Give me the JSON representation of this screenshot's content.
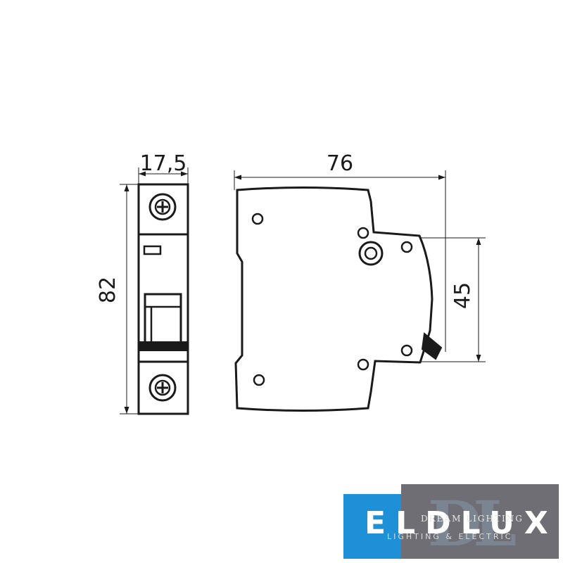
{
  "dimensions": {
    "front_width": "17,5",
    "height": "82",
    "depth": "76",
    "front_height": "45"
  },
  "logo": {
    "brand": "ELDLUX",
    "monogram": "DL",
    "tagline_top": "DREAM LIGHTING",
    "tagline_bottom": "LIGHTING & ELECTRIC"
  },
  "colors": {
    "line": "#1a1a1a",
    "logo_blue": "#1e90d8",
    "logo_grey": "#6e6e74"
  }
}
